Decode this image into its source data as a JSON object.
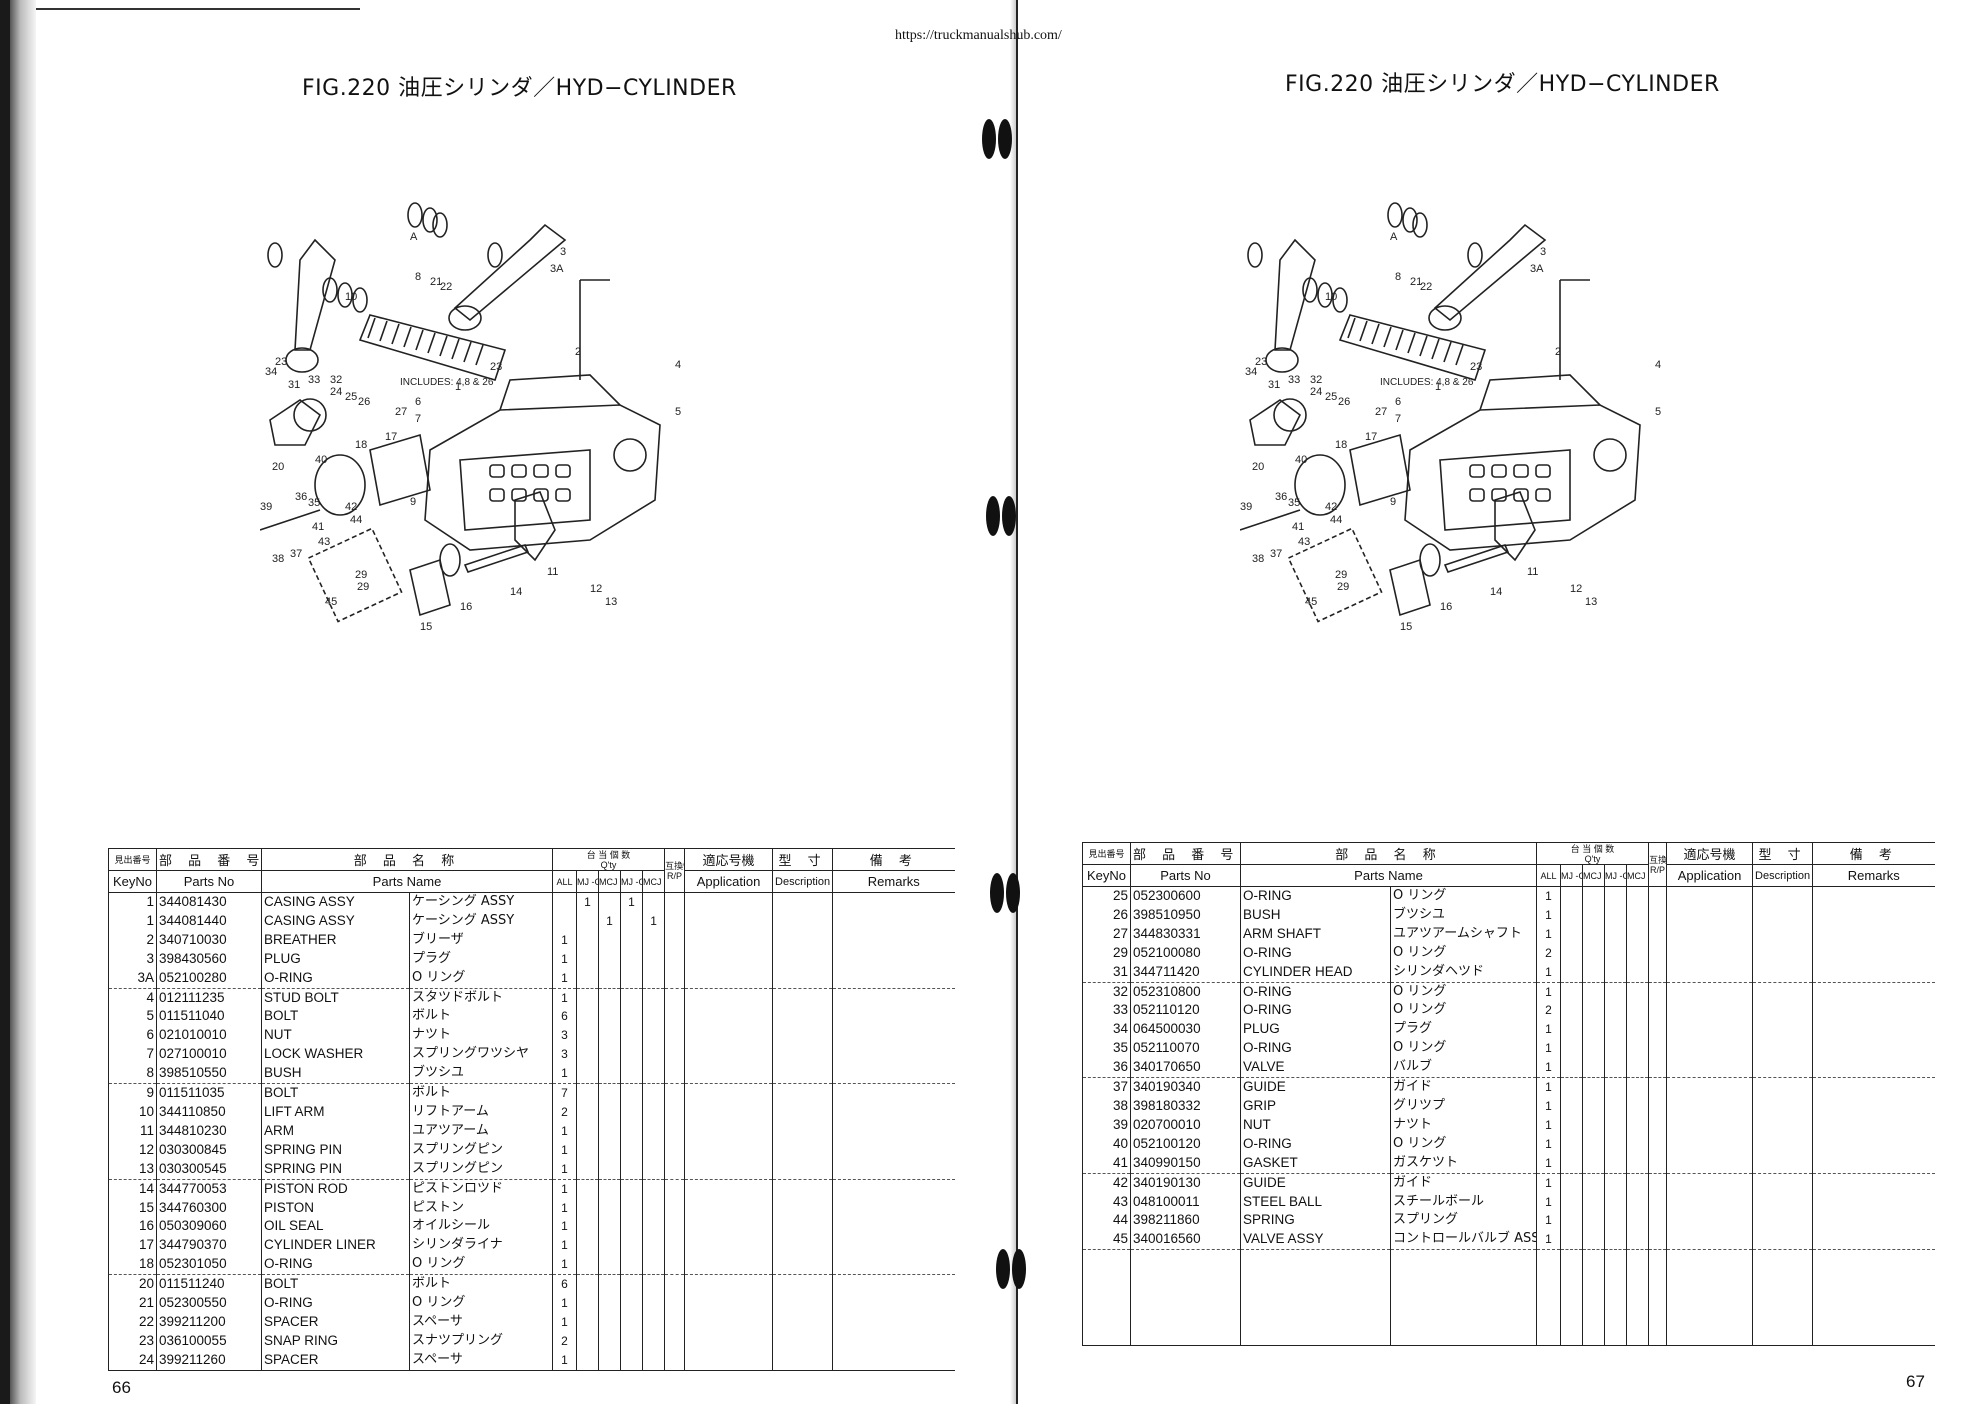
{
  "url": "https://truckmanualshub.com/",
  "figure_title": "FIG.220 油圧シリンダ／HYD−CYLINDER",
  "page_left": "66",
  "page_right": "67",
  "headers": {
    "key_jp": "見出番号",
    "key_en": "KeyNo",
    "partno_jp": "部 品 番 号",
    "partno_en": "Parts No",
    "name_jp": "部 品 名 称",
    "name_en": "Parts Name",
    "qty_jp": "台 当 個 数",
    "qty_en": "Q'ty",
    "qty_all": "ALL",
    "qty_cols_left": [
      "MJ -GSB",
      "MCJ -GSB",
      "MJ -GSC",
      "MCJ -GSC"
    ],
    "qty_cols_right": [
      "MJ -GSB",
      "MCJ -GSB",
      "MJ -GSC",
      "MCJ -GSC"
    ],
    "rp_jp": "互換性",
    "rp_en": "R/P",
    "app_jp": "適応号機",
    "app_en": "Application",
    "desc_jp": "型 寸",
    "desc_en": "Description",
    "rem_jp": "備 考",
    "rem_en": "Remarks"
  },
  "diagram_labels": {
    "includes": "INCLUDES: 4,8 & 26",
    "callouts": [
      "A",
      "10",
      "8",
      "21",
      "22",
      "23",
      "3",
      "3A",
      "24",
      "25",
      "26",
      "27",
      "2",
      "4",
      "5",
      "34",
      "31",
      "33",
      "32",
      "6",
      "7",
      "18",
      "17",
      "20",
      "40",
      "9",
      "39",
      "36",
      "35",
      "42",
      "44",
      "41",
      "43",
      "38",
      "37",
      "29",
      "45",
      "15",
      "16",
      "14",
      "11",
      "12",
      "13",
      "1"
    ]
  },
  "left_rows": [
    {
      "key": "1",
      "no": "344081430",
      "en": "CASING ASSY",
      "jp": "ケーシング ASSY",
      "all": "",
      "q1": "1",
      "q2": "",
      "q3": "1",
      "q4": ""
    },
    {
      "key": "1",
      "no": "344081440",
      "en": "CASING ASSY",
      "jp": "ケーシング ASSY",
      "all": "",
      "q1": "",
      "q2": "1",
      "q3": "",
      "q4": "1"
    },
    {
      "key": "2",
      "no": "340710030",
      "en": "BREATHER",
      "jp": "ブリーザ",
      "all": "1",
      "q1": "",
      "q2": "",
      "q3": "",
      "q4": ""
    },
    {
      "key": "3",
      "no": "398430560",
      "en": "PLUG",
      "jp": "プラグ",
      "all": "1",
      "q1": "",
      "q2": "",
      "q3": "",
      "q4": ""
    },
    {
      "key": "3A",
      "no": "052100280",
      "en": "O-RING",
      "jp": "O リング",
      "all": "1",
      "q1": "",
      "q2": "",
      "q3": "",
      "q4": ""
    },
    {
      "key": "4",
      "no": "012111235",
      "en": "STUD BOLT",
      "jp": "スタツドボルト",
      "all": "1",
      "q1": "",
      "q2": "",
      "q3": "",
      "q4": ""
    },
    {
      "key": "5",
      "no": "011511040",
      "en": "BOLT",
      "jp": "ボルト",
      "all": "6",
      "q1": "",
      "q2": "",
      "q3": "",
      "q4": ""
    },
    {
      "key": "6",
      "no": "021010010",
      "en": "NUT",
      "jp": "ナツト",
      "all": "3",
      "q1": "",
      "q2": "",
      "q3": "",
      "q4": ""
    },
    {
      "key": "7",
      "no": "027100010",
      "en": "LOCK WASHER",
      "jp": "スプリングワツシヤ",
      "all": "3",
      "q1": "",
      "q2": "",
      "q3": "",
      "q4": ""
    },
    {
      "key": "8",
      "no": "398510550",
      "en": "BUSH",
      "jp": "ブツシユ",
      "all": "1",
      "q1": "",
      "q2": "",
      "q3": "",
      "q4": ""
    },
    {
      "key": "9",
      "no": "011511035",
      "en": "BOLT",
      "jp": "ボルト",
      "all": "7",
      "q1": "",
      "q2": "",
      "q3": "",
      "q4": ""
    },
    {
      "key": "10",
      "no": "344110850",
      "en": "LIFT ARM",
      "jp": "リフトアーム",
      "all": "2",
      "q1": "",
      "q2": "",
      "q3": "",
      "q4": ""
    },
    {
      "key": "11",
      "no": "344810230",
      "en": "ARM",
      "jp": "ユアツアーム",
      "all": "1",
      "q1": "",
      "q2": "",
      "q3": "",
      "q4": ""
    },
    {
      "key": "12",
      "no": "030300845",
      "en": "SPRING PIN",
      "jp": "スプリングピン",
      "all": "1",
      "q1": "",
      "q2": "",
      "q3": "",
      "q4": ""
    },
    {
      "key": "13",
      "no": "030300545",
      "en": "SPRING PIN",
      "jp": "スプリングピン",
      "all": "1",
      "q1": "",
      "q2": "",
      "q3": "",
      "q4": ""
    },
    {
      "key": "14",
      "no": "344770053",
      "en": "PISTON ROD",
      "jp": "ピストンロツド",
      "all": "1",
      "q1": "",
      "q2": "",
      "q3": "",
      "q4": ""
    },
    {
      "key": "15",
      "no": "344760300",
      "en": "PISTON",
      "jp": "ピストン",
      "all": "1",
      "q1": "",
      "q2": "",
      "q3": "",
      "q4": ""
    },
    {
      "key": "16",
      "no": "050309060",
      "en": "OIL SEAL",
      "jp": "オイルシール",
      "all": "1",
      "q1": "",
      "q2": "",
      "q3": "",
      "q4": ""
    },
    {
      "key": "17",
      "no": "344790370",
      "en": "CYLINDER LINER",
      "jp": "シリンダライナ",
      "all": "1",
      "q1": "",
      "q2": "",
      "q3": "",
      "q4": ""
    },
    {
      "key": "18",
      "no": "052301050",
      "en": "O-RING",
      "jp": "O リング",
      "all": "1",
      "q1": "",
      "q2": "",
      "q3": "",
      "q4": ""
    },
    {
      "key": "20",
      "no": "011511240",
      "en": "BOLT",
      "jp": "ボルト",
      "all": "6",
      "q1": "",
      "q2": "",
      "q3": "",
      "q4": ""
    },
    {
      "key": "21",
      "no": "052300550",
      "en": "O-RING",
      "jp": "O リング",
      "all": "1",
      "q1": "",
      "q2": "",
      "q3": "",
      "q4": ""
    },
    {
      "key": "22",
      "no": "399211200",
      "en": "SPACER",
      "jp": "スペーサ",
      "all": "1",
      "q1": "",
      "q2": "",
      "q3": "",
      "q4": ""
    },
    {
      "key": "23",
      "no": "036100055",
      "en": "SNAP RING",
      "jp": "スナツプリング",
      "all": "2",
      "q1": "",
      "q2": "",
      "q3": "",
      "q4": ""
    },
    {
      "key": "24",
      "no": "399211260",
      "en": "SPACER",
      "jp": "スペーサ",
      "all": "1",
      "q1": "",
      "q2": "",
      "q3": "",
      "q4": ""
    }
  ],
  "right_rows": [
    {
      "key": "25",
      "no": "052300600",
      "en": "O-RING",
      "jp": "O リング",
      "all": "1"
    },
    {
      "key": "26",
      "no": "398510950",
      "en": "BUSH",
      "jp": "ブツシユ",
      "all": "1"
    },
    {
      "key": "27",
      "no": "344830331",
      "en": "ARM SHAFT",
      "jp": "ユアツアームシャフト",
      "all": "1"
    },
    {
      "key": "29",
      "no": "052100080",
      "en": "O-RING",
      "jp": "O リング",
      "all": "2"
    },
    {
      "key": "31",
      "no": "344711420",
      "en": "CYLINDER HEAD",
      "jp": "シリンダヘツド",
      "all": "1"
    },
    {
      "key": "32",
      "no": "052310800",
      "en": "O-RING",
      "jp": "O リング",
      "all": "1"
    },
    {
      "key": "33",
      "no": "052110120",
      "en": "O-RING",
      "jp": "O リング",
      "all": "2"
    },
    {
      "key": "34",
      "no": "064500030",
      "en": "PLUG",
      "jp": "プラグ",
      "all": "1"
    },
    {
      "key": "35",
      "no": "052110070",
      "en": "O-RING",
      "jp": "O リング",
      "all": "1"
    },
    {
      "key": "36",
      "no": "340170650",
      "en": "VALVE",
      "jp": "バルブ",
      "all": "1"
    },
    {
      "key": "37",
      "no": "340190340",
      "en": "GUIDE",
      "jp": "ガイド",
      "all": "1"
    },
    {
      "key": "38",
      "no": "398180332",
      "en": "GRIP",
      "jp": "グリツプ",
      "all": "1"
    },
    {
      "key": "39",
      "no": "020700010",
      "en": "NUT",
      "jp": "ナツト",
      "all": "1"
    },
    {
      "key": "40",
      "no": "052100120",
      "en": "O-RING",
      "jp": "O リング",
      "all": "1"
    },
    {
      "key": "41",
      "no": "340990150",
      "en": "GASKET",
      "jp": "ガスケツト",
      "all": "1"
    },
    {
      "key": "42",
      "no": "340190130",
      "en": "GUIDE",
      "jp": "ガイド",
      "all": "1"
    },
    {
      "key": "43",
      "no": "048100011",
      "en": "STEEL BALL",
      "jp": "スチールボール",
      "all": "1"
    },
    {
      "key": "44",
      "no": "398211860",
      "en": "SPRING",
      "jp": "スプリング",
      "all": "1"
    },
    {
      "key": "45",
      "no": "340016560",
      "en": "VALVE ASSY",
      "jp": "コントロールバルブ ASSY",
      "all": "1"
    }
  ]
}
